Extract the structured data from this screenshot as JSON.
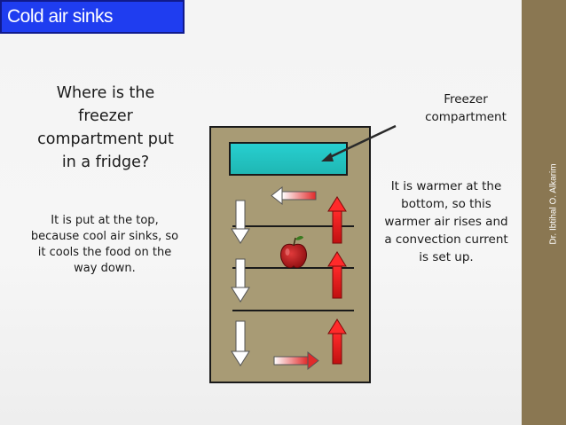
{
  "slide": {
    "title": "Cold air sinks",
    "author_credit": "Dr. Ibtihal O. Alkarim"
  },
  "text": {
    "question": "Where is the freezer compartment put in a fridge?",
    "answer": "It is put at the top, because  cool air sinks, so it cools the food on the way down.",
    "freezer_label": "Freezer compartment",
    "warmer_explanation": "It is warmer at the bottom, so this warmer air rises and a convection current is set up."
  },
  "diagram": {
    "components": [
      "fridge-cabinet",
      "freezer-compartment",
      "shelves",
      "apple",
      "cold-air-arrows-down",
      "warm-air-arrows-up",
      "air-flow-arrows-horizontal"
    ],
    "colors": {
      "title_bg": "#1f3df0",
      "side_strip": "#8a7752",
      "fridge_body": "#a89b75",
      "freezer": "#1fb7b3",
      "warm_arrow": "#e02020",
      "cold_arrow": "#ffffff",
      "apple": "#b0181a"
    }
  }
}
